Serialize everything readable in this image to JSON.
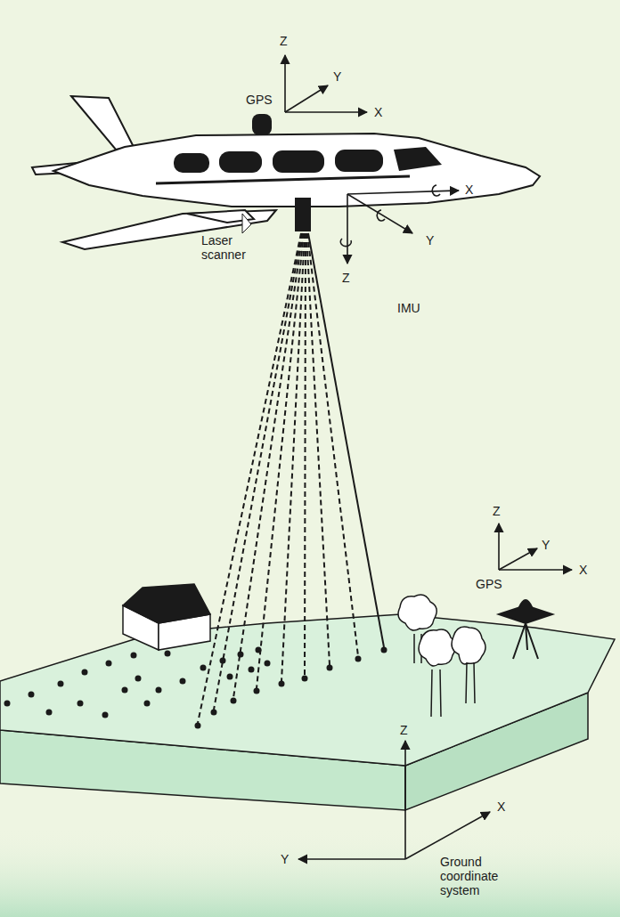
{
  "diagram": {
    "labels": [
      "Z",
      "Y",
      "X",
      "GPS",
      "Laser scanner",
      "X",
      "Y",
      "Z",
      "IMU",
      "Z",
      "Y",
      "X",
      "GPS",
      "Z",
      "X",
      "Y",
      "Ground coordinate system"
    ]
  }
}
